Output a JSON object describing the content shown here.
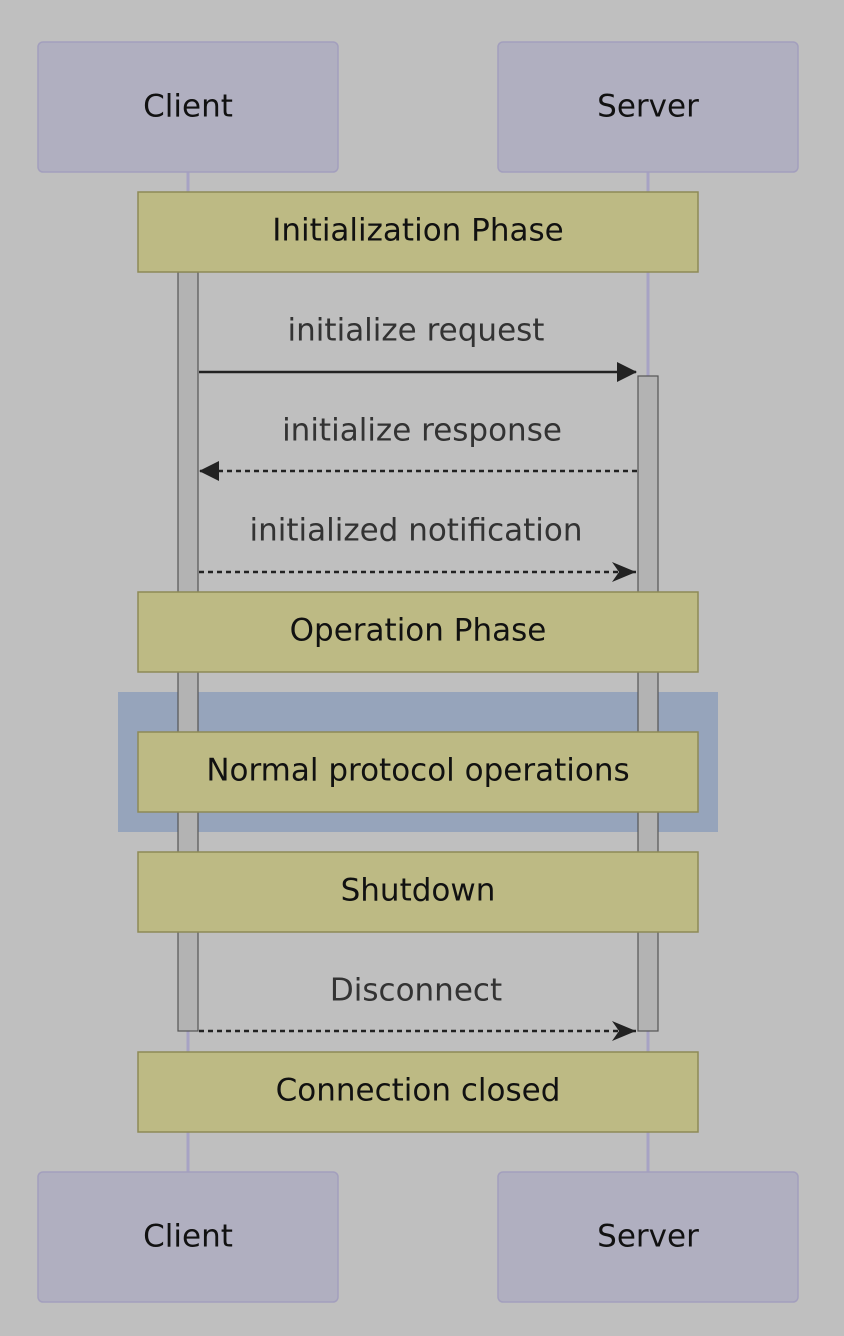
{
  "participants": {
    "client": "Client",
    "server": "Server"
  },
  "notes": {
    "initialization": "Initialization Phase",
    "operation": "Operation Phase",
    "normal_ops": "Normal protocol operations",
    "shutdown": "Shutdown",
    "closed": "Connection closed"
  },
  "messages": {
    "init_request": "initialize request",
    "init_response": "initialize response",
    "initialized_notification": "initialized notification",
    "disconnect": "Disconnect"
  },
  "colors": {
    "background": "#bfbfbf",
    "actor_fill": "#b0afc0",
    "note_fill": "#bdba84",
    "rect_fill": "#96a4bb",
    "activation_fill": "#b3b3b3"
  }
}
